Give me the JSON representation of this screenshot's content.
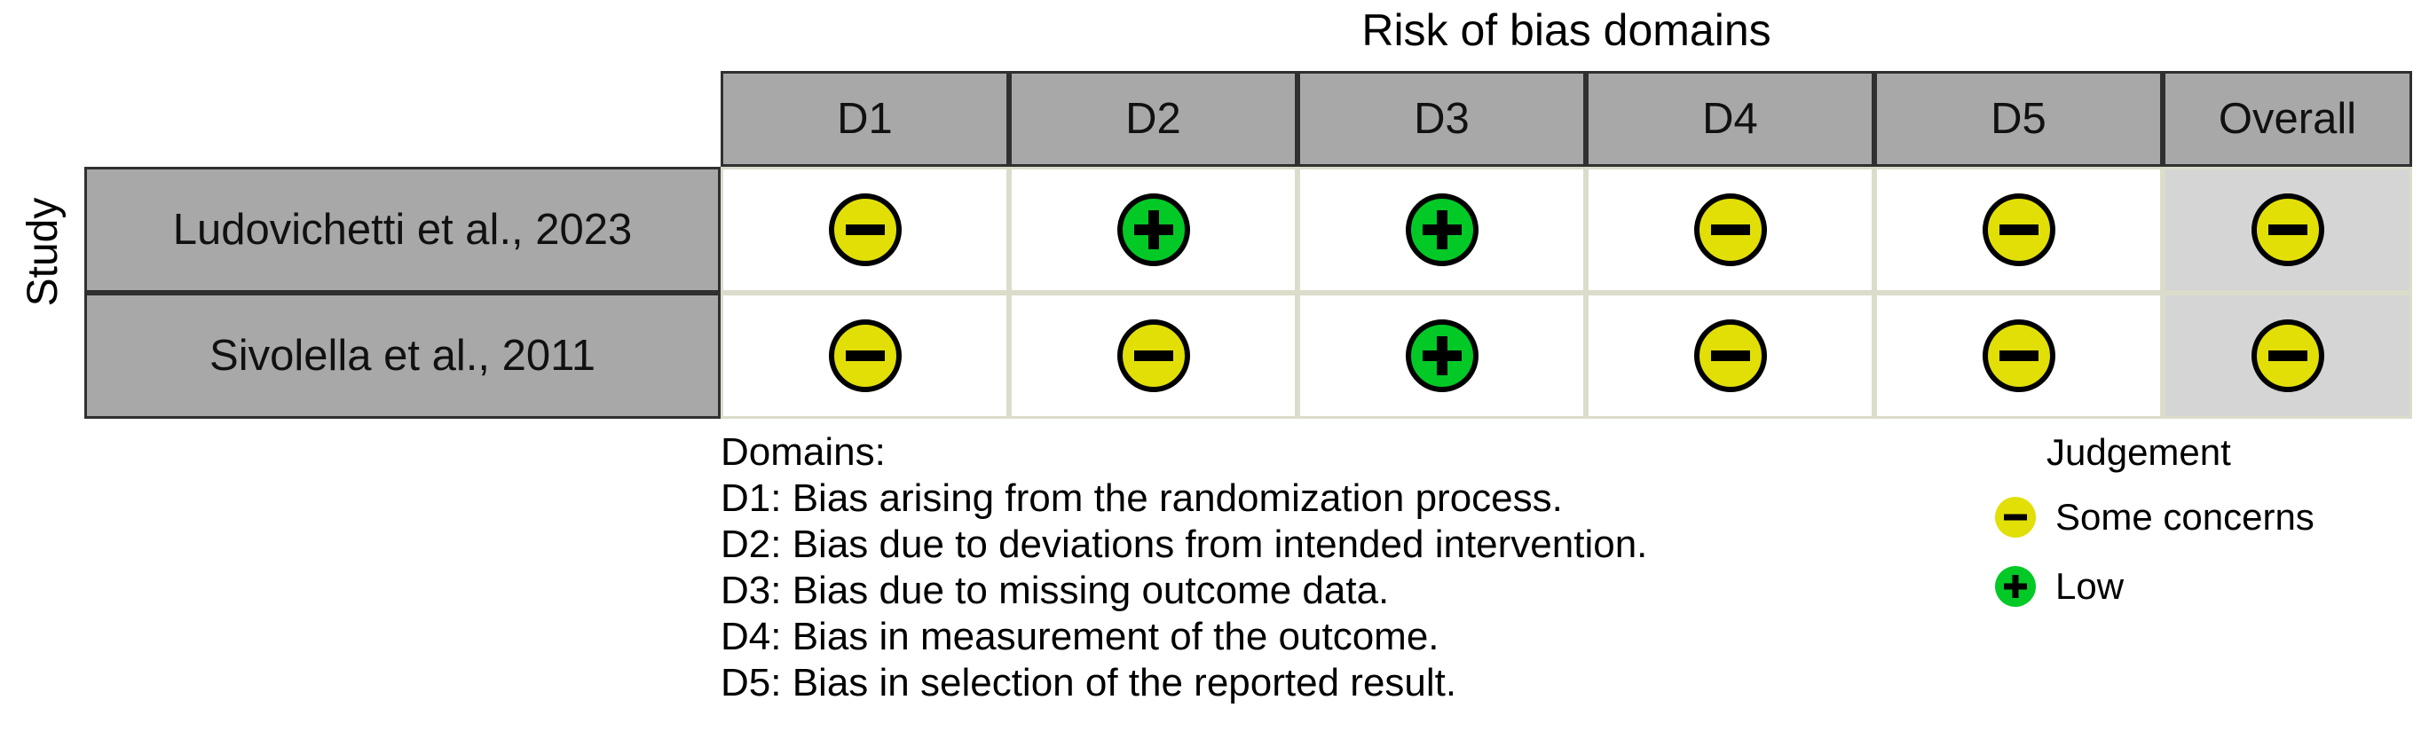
{
  "title": "Risk of bias domains",
  "axis": {
    "y_label": "Study"
  },
  "columns": [
    {
      "key": "D1",
      "label": "D1"
    },
    {
      "key": "D2",
      "label": "D2"
    },
    {
      "key": "D3",
      "label": "D3"
    },
    {
      "key": "D4",
      "label": "D4"
    },
    {
      "key": "D5",
      "label": "D5"
    },
    {
      "key": "Overall",
      "label": "Overall"
    }
  ],
  "rows": [
    {
      "study": "Ludovichetti et al., 2023",
      "judgements": [
        "some",
        "low",
        "low",
        "some",
        "some",
        "some"
      ]
    },
    {
      "study": "Sivolella et al., 2011",
      "judgements": [
        "some",
        "some",
        "low",
        "some",
        "some",
        "some"
      ]
    }
  ],
  "domains_caption": {
    "heading": "Domains:",
    "lines": [
      "D1: Bias arising from the randomization process.",
      "D2: Bias due to deviations from intended intervention.",
      "D3: Bias due to missing outcome data.",
      "D4: Bias in measurement of the outcome.",
      "D5: Bias in selection of the reported result."
    ]
  },
  "legend": {
    "title": "Judgement",
    "items": [
      {
        "key": "some",
        "label": "Some concerns",
        "symbol": "minus",
        "color": "#e2df07"
      },
      {
        "key": "low",
        "label": "Low",
        "symbol": "plus",
        "color": "#02c926"
      }
    ]
  },
  "colors": {
    "header_gray": "#a8a8a8",
    "study_gray": "#a8a8a8",
    "overall_gray": "#d5d5d5",
    "cell_border": "#dcdccb",
    "outline": "#303030",
    "low": "#02c926",
    "some_concerns": "#e2df07"
  },
  "chart_data": {
    "type": "table",
    "title": "Risk of bias domains",
    "xlabel": "Risk of bias domains",
    "ylabel": "Study",
    "categories": [
      "D1",
      "D2",
      "D3",
      "D4",
      "D5",
      "Overall"
    ],
    "series": [
      {
        "name": "Ludovichetti et al., 2023",
        "values": [
          "Some concerns",
          "Low",
          "Low",
          "Some concerns",
          "Some concerns",
          "Some concerns"
        ]
      },
      {
        "name": "Sivolella et al., 2011",
        "values": [
          "Some concerns",
          "Some concerns",
          "Low",
          "Some concerns",
          "Some concerns",
          "Some concerns"
        ]
      }
    ],
    "legend": [
      "Some concerns",
      "Low"
    ],
    "legend_position": "right",
    "grid": true
  }
}
